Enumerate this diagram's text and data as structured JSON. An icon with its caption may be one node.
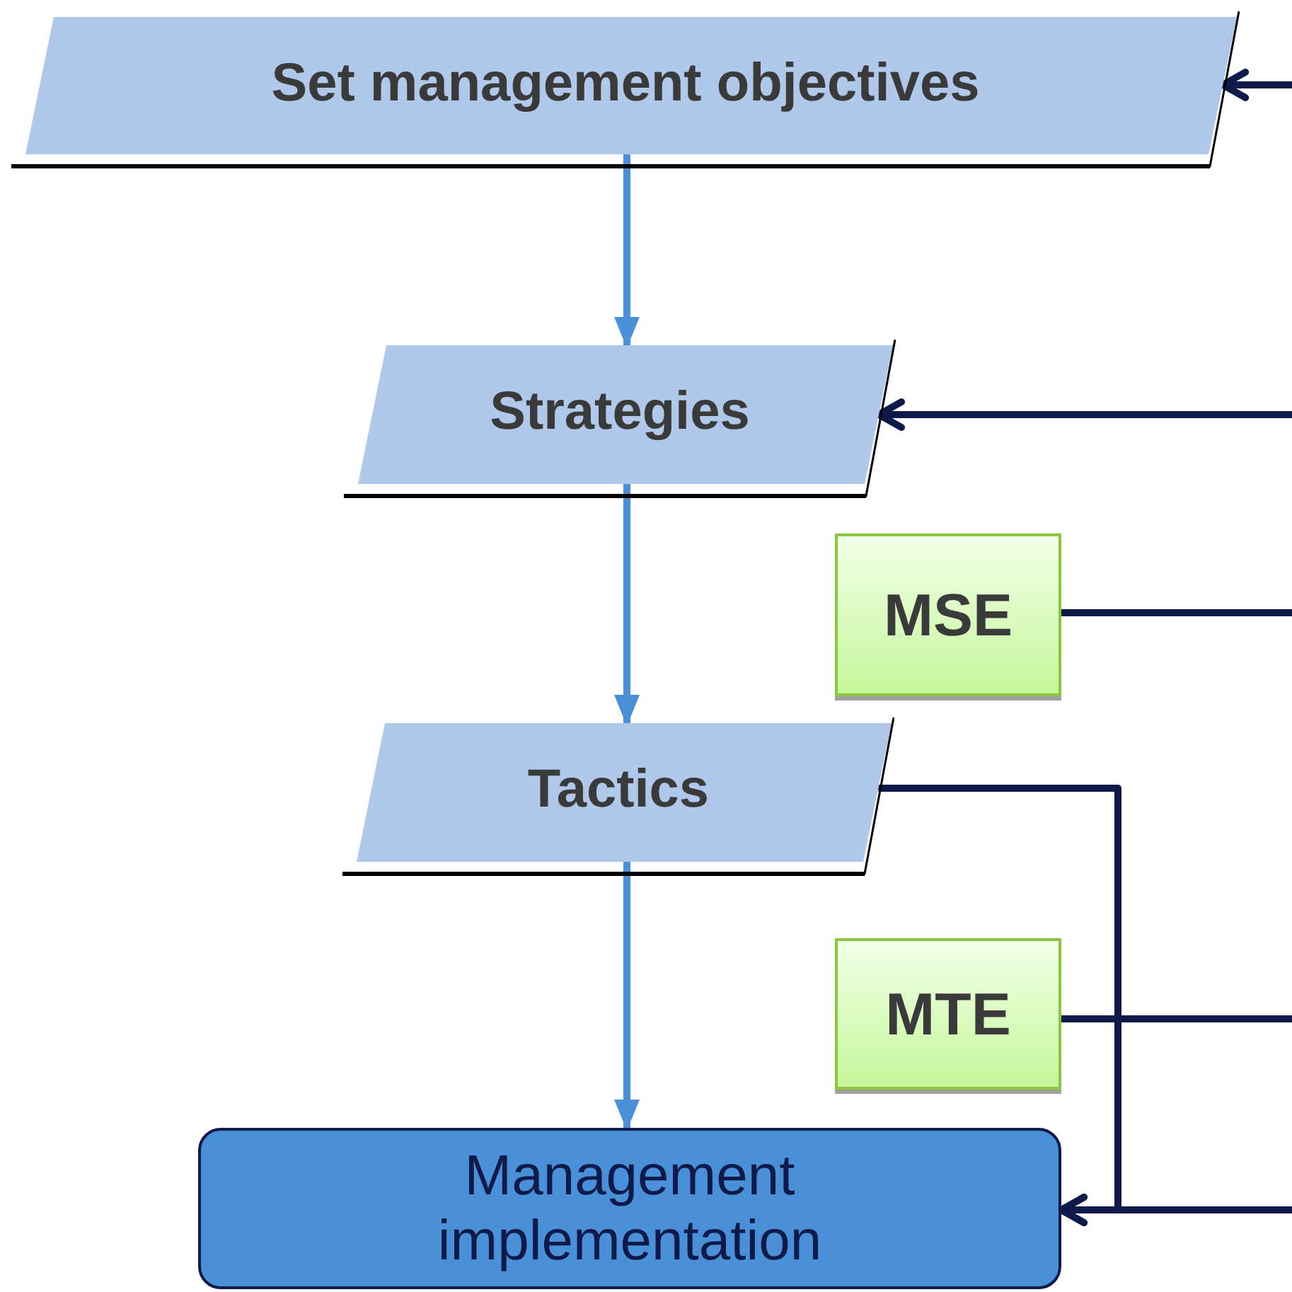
{
  "diagram": {
    "nodes": [
      {
        "text": [
          "Set management objectives"
        ]
      },
      {
        "text": [
          "Strategies"
        ]
      },
      {
        "text": [
          "MSE"
        ]
      },
      {
        "text": [
          "Tactics"
        ]
      },
      {
        "text": [
          "MTE"
        ]
      },
      {
        "text": [
          "Management implementation"
        ]
      }
    ],
    "edges": [
      {
        "from": 0,
        "to": 1,
        "arrow": "to",
        "color": "#4a90d9"
      },
      {
        "from": 1,
        "to": 3,
        "arrow": "to",
        "color": "#4a90d9"
      },
      {
        "from": 3,
        "to": 5,
        "arrow": "to",
        "color": "#4a90d9"
      },
      {
        "from": null,
        "to": 0,
        "arrow": "to"
      },
      {
        "from": null,
        "to": 1,
        "arrow": "to"
      },
      {
        "from": 2,
        "to": null,
        "arrow": "none"
      },
      {
        "from": 3,
        "to": 5,
        "arrow": "to"
      },
      {
        "from": 4,
        "to": null,
        "arrow": "none"
      },
      {
        "from": null,
        "to": 5,
        "arrow": "to"
      }
    ]
  }
}
